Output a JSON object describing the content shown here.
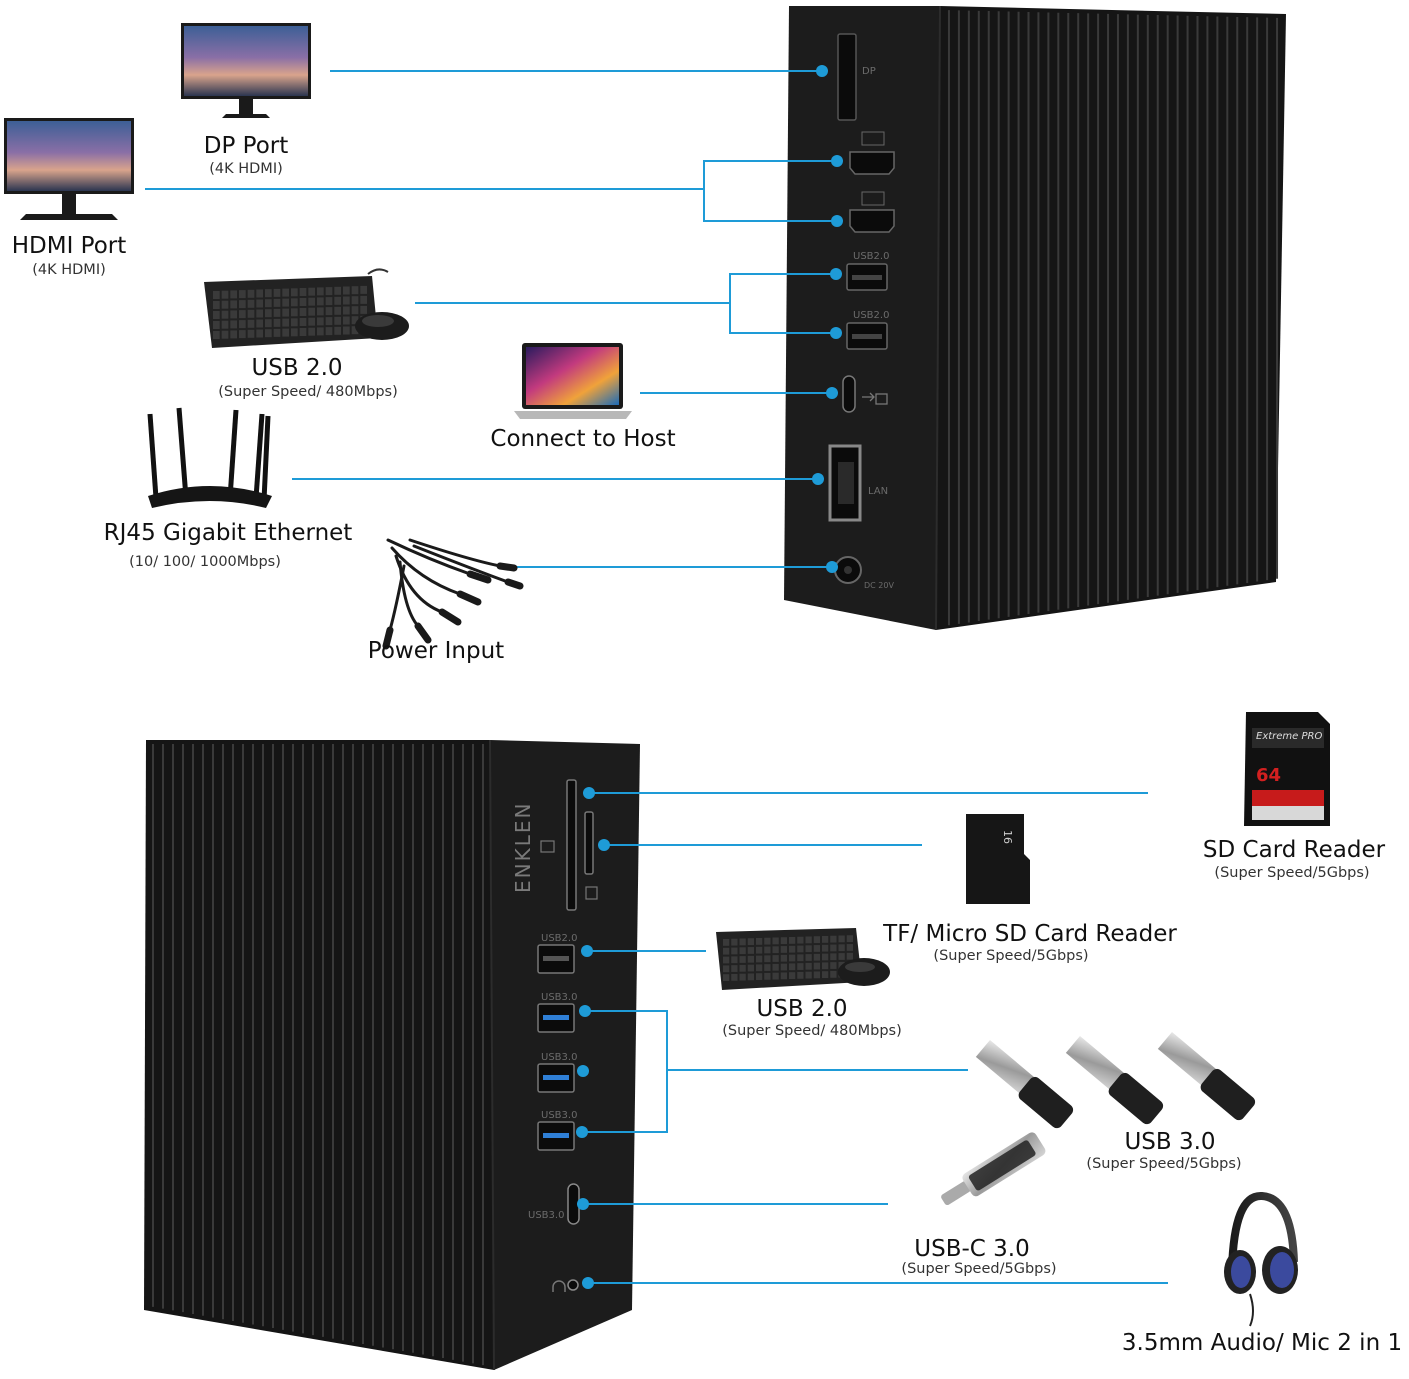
{
  "colors": {
    "line": "#1e9bd7",
    "dot": "#1e9bd7",
    "device": "#141414",
    "fin_gap": "#3a3a3a"
  },
  "top_device": {
    "port_texts": {
      "dp": "DP",
      "lan": "LAN",
      "dc": "DC 20V",
      "usb2_a": "USB2.0",
      "usb2_b": "USB2.0"
    }
  },
  "bottom_device": {
    "brand": "ENKLEN",
    "port_texts": {
      "usb2": "USB2.0",
      "usb3_a": "USB3.0",
      "usb3_b": "USB3.0",
      "usb3_c": "USB3.0",
      "usbc": "USB3.0"
    }
  },
  "callouts": {
    "dp": {
      "title": "DP Port",
      "sub": "(4K HDMI)",
      "icon": "monitor-icon"
    },
    "hdmi": {
      "title": "HDMI Port",
      "sub": "(4K HDMI)",
      "icon": "monitor-icon"
    },
    "usb2_top": {
      "title": "USB 2.0",
      "sub": "(Super Speed/ 480Mbps)",
      "icon": "keyboard-mouse-icon"
    },
    "host": {
      "title": "Connect to Host",
      "icon": "laptop-icon"
    },
    "rj45": {
      "title": "RJ45 Gigabit Ethernet",
      "sub": "(10/ 100/ 1000Mbps)",
      "icon": "router-icon"
    },
    "power": {
      "title": "Power Input",
      "icon": "dc-cable-icon"
    },
    "sd": {
      "title": "SD Card Reader",
      "sub": "(Super Speed/5Gbps)",
      "icon": "sd-card-icon",
      "card_text": "Extreme PRO",
      "card_size": "64"
    },
    "tf": {
      "title": "TF/ Micro SD Card Reader",
      "sub": "(Super Speed/5Gbps)",
      "icon": "micro-sd-card-icon",
      "card_size": "16"
    },
    "usb2_bottom": {
      "title": "USB 2.0",
      "sub": "(Super Speed/ 480Mbps)",
      "icon": "keyboard-mouse-icon"
    },
    "usb3": {
      "title": "USB 3.0",
      "sub": "(Super Speed/5Gbps)",
      "icon": "usb-flash-drive-icon"
    },
    "usbc": {
      "title": "USB-C 3.0",
      "sub": "(Super Speed/5Gbps)",
      "icon": "usb-c-drive-icon"
    },
    "audio": {
      "title": "3.5mm Audio/ Mic 2 in 1",
      "icon": "headphones-icon"
    }
  }
}
